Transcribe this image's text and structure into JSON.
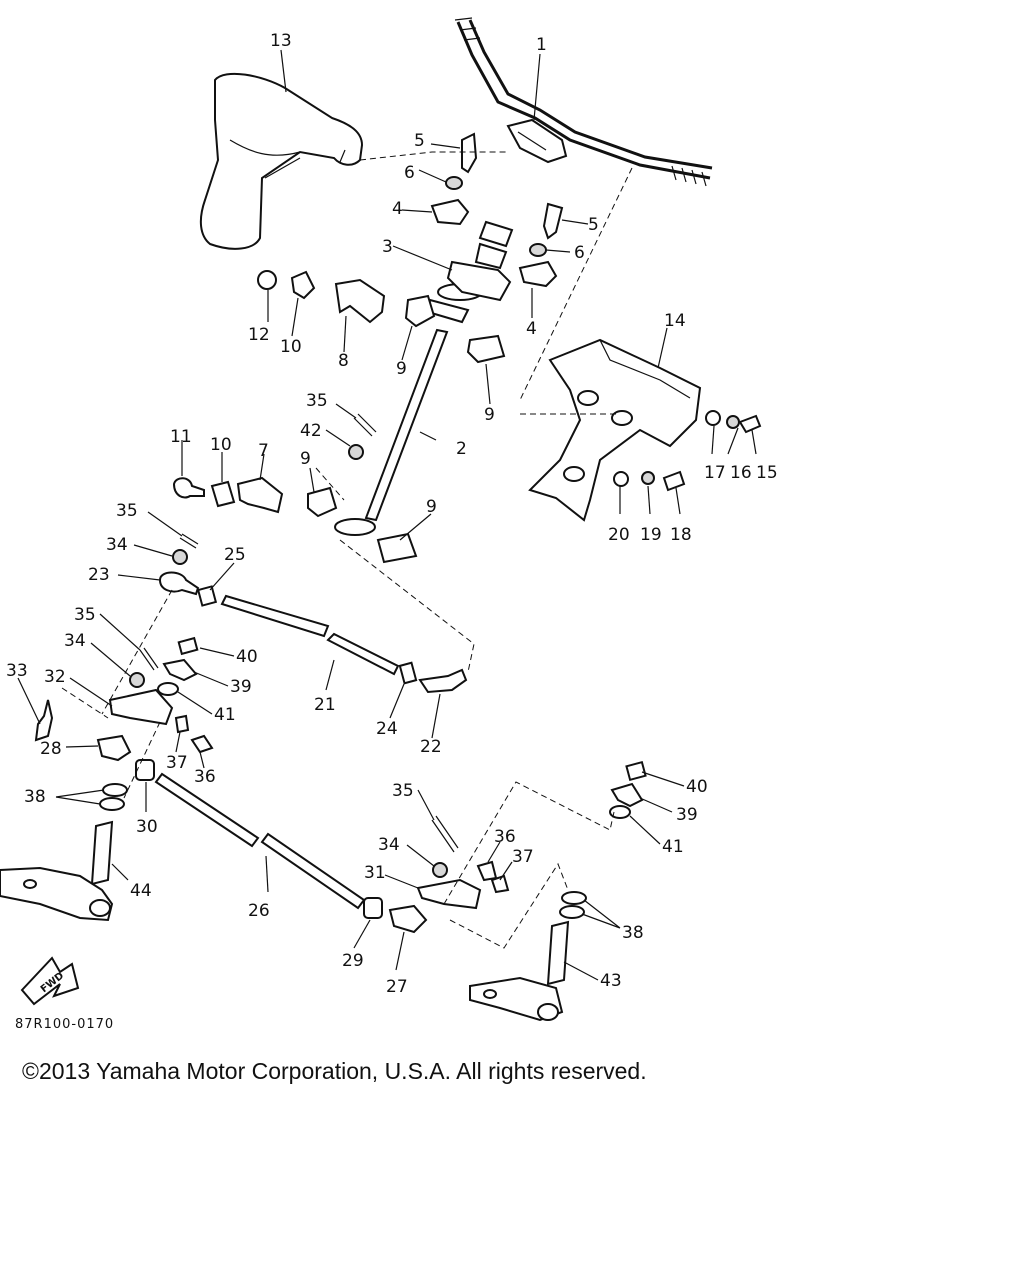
{
  "diagram": {
    "callouts": {
      "p1": "1",
      "p2": "2",
      "p3": "3",
      "p4a": "4",
      "p4b": "4",
      "p5a": "5",
      "p5b": "5",
      "p6a": "6",
      "p6b": "6",
      "p7": "7",
      "p8": "8",
      "p9a": "9",
      "p9b": "9",
      "p9c": "9",
      "p9d": "9",
      "p10a": "10",
      "p10b": "10",
      "p11": "11",
      "p12": "12",
      "p13": "13",
      "p14": "14",
      "p15": "15",
      "p16": "16",
      "p17": "17",
      "p18": "18",
      "p19": "19",
      "p20": "20",
      "p21": "21",
      "p22": "22",
      "p23": "23",
      "p24": "24",
      "p25": "25",
      "p26": "26",
      "p27": "27",
      "p28": "28",
      "p29": "29",
      "p30": "30",
      "p31": "31",
      "p32": "32",
      "p33": "33",
      "p34a": "34",
      "p34b": "34",
      "p34c": "34",
      "p35a": "35",
      "p35b": "35",
      "p35c": "35",
      "p35d": "35",
      "p36a": "36",
      "p36b": "36",
      "p37a": "37",
      "p37b": "37",
      "p38a": "38",
      "p38b": "38",
      "p39a": "39",
      "p39b": "39",
      "p40a": "40",
      "p40b": "40",
      "p41a": "41",
      "p41b": "41",
      "p42": "42",
      "p43": "43",
      "p44": "44"
    },
    "fwd_label": "FWD",
    "diagram_code": "87R100-0170"
  },
  "copyright": "©2013 Yamaha Motor Corporation, U.S.A. All rights reserved."
}
